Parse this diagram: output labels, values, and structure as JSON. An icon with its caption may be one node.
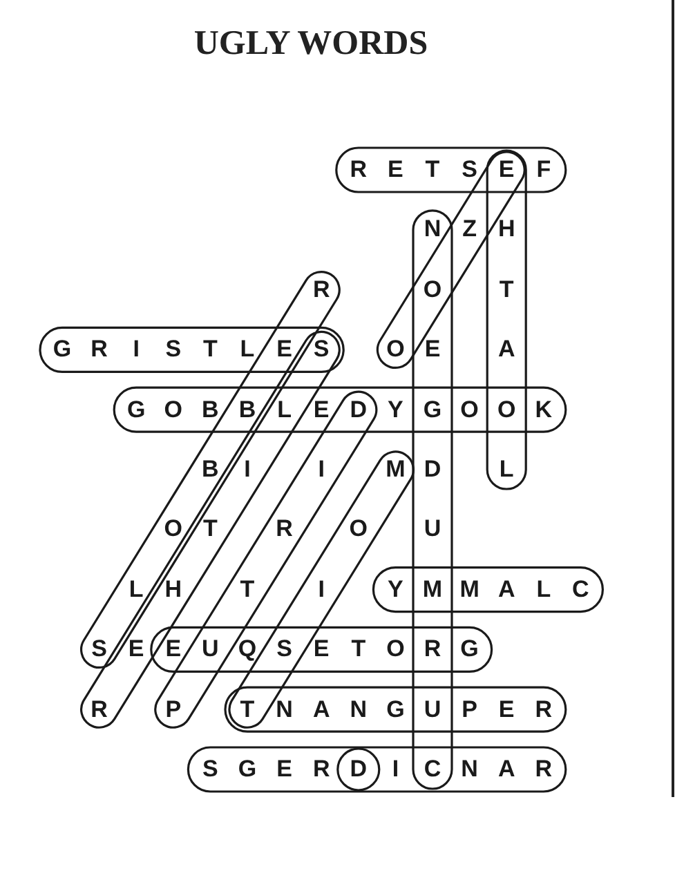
{
  "diagram": {
    "title": "UGLY WORDS",
    "labels": [
      "R",
      "E",
      "T",
      "S",
      "E",
      "F",
      "N",
      "Z",
      "H",
      "R",
      "O",
      "T",
      "G",
      "R",
      "I",
      "S",
      "T",
      "L",
      "E",
      "S",
      "O",
      "E",
      "A",
      "G",
      "O",
      "B",
      "B",
      "L",
      "E",
      "D",
      "Y",
      "G",
      "O",
      "O",
      "K",
      "B",
      "I",
      "I",
      "M",
      "D",
      "L",
      "O",
      "T",
      "R",
      "O",
      "U",
      "L",
      "H",
      "T",
      "I",
      "Y",
      "M",
      "M",
      "A",
      "L",
      "C",
      "S",
      "E",
      "E",
      "U",
      "Q",
      "S",
      "E",
      "T",
      "O",
      "R",
      "G",
      "R",
      "P",
      "T",
      "N",
      "A",
      "N",
      "G",
      "U",
      "P",
      "E",
      "R",
      "S",
      "G",
      "E",
      "R",
      "D",
      "I",
      "C",
      "N",
      "A",
      "R"
    ]
  }
}
